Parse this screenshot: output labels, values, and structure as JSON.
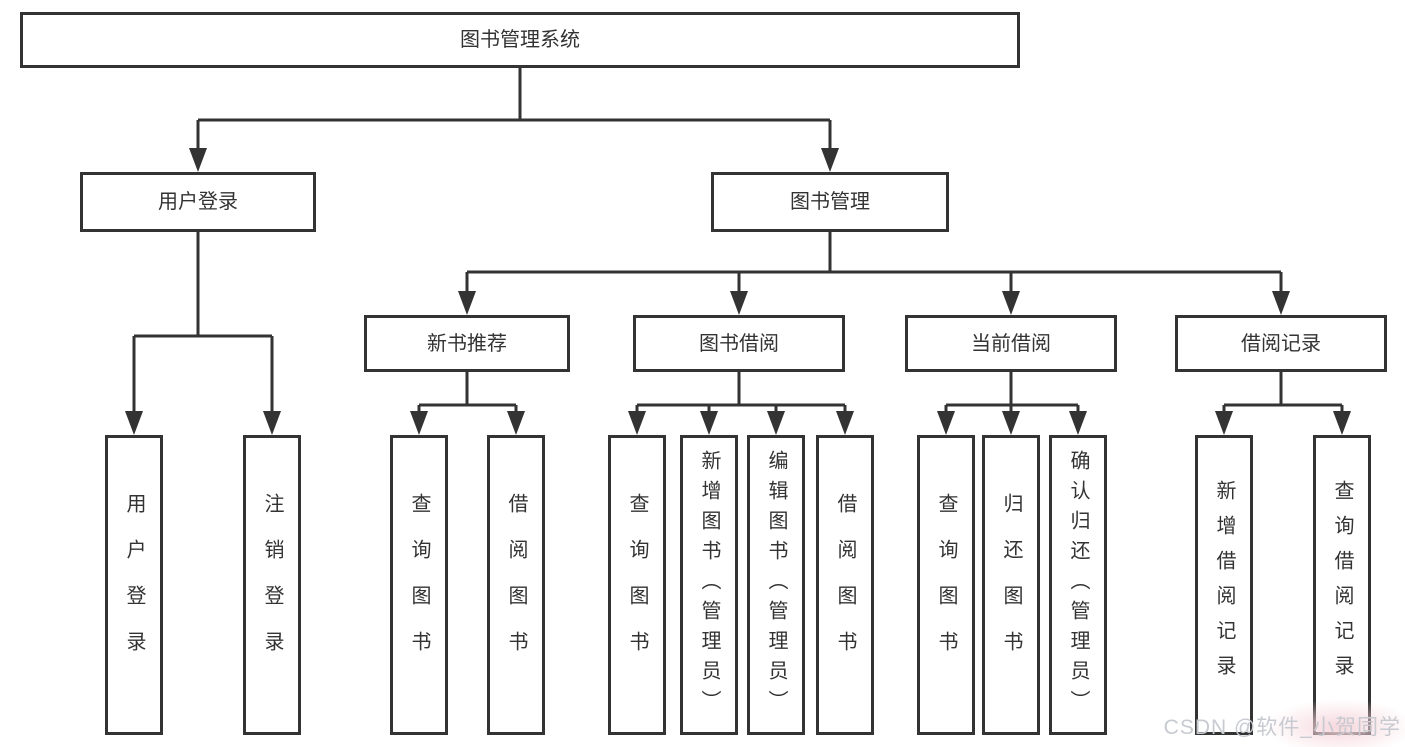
{
  "diagram": {
    "root": {
      "label": "图书管理系统"
    },
    "level2": [
      {
        "label": "用户登录"
      },
      {
        "label": "图书管理"
      }
    ],
    "level3": [
      {
        "label": "新书推荐"
      },
      {
        "label": "图书借阅"
      },
      {
        "label": "当前借阅"
      },
      {
        "label": "借阅记录"
      }
    ],
    "leaves": {
      "user_login": [
        "用户登录",
        "注销登录"
      ],
      "new_books": [
        "查询图书",
        "借阅图书"
      ],
      "book_borrow": [
        "查询图书",
        "新增图书（管理员）",
        "编辑图书（管理员）",
        "借阅图书"
      ],
      "current_borrow": [
        "查询图书",
        "归还图书",
        "确认归还（管理员）"
      ],
      "borrow_records": [
        "新增借阅记录",
        "查询借阅记录"
      ]
    }
  },
  "watermark": {
    "text": "CSDN @软件_小贺同学"
  },
  "colors": {
    "line": "#333333",
    "border": "#333333",
    "background": "#ffffff",
    "text": "#333333",
    "watermark": "#c7cad0"
  }
}
